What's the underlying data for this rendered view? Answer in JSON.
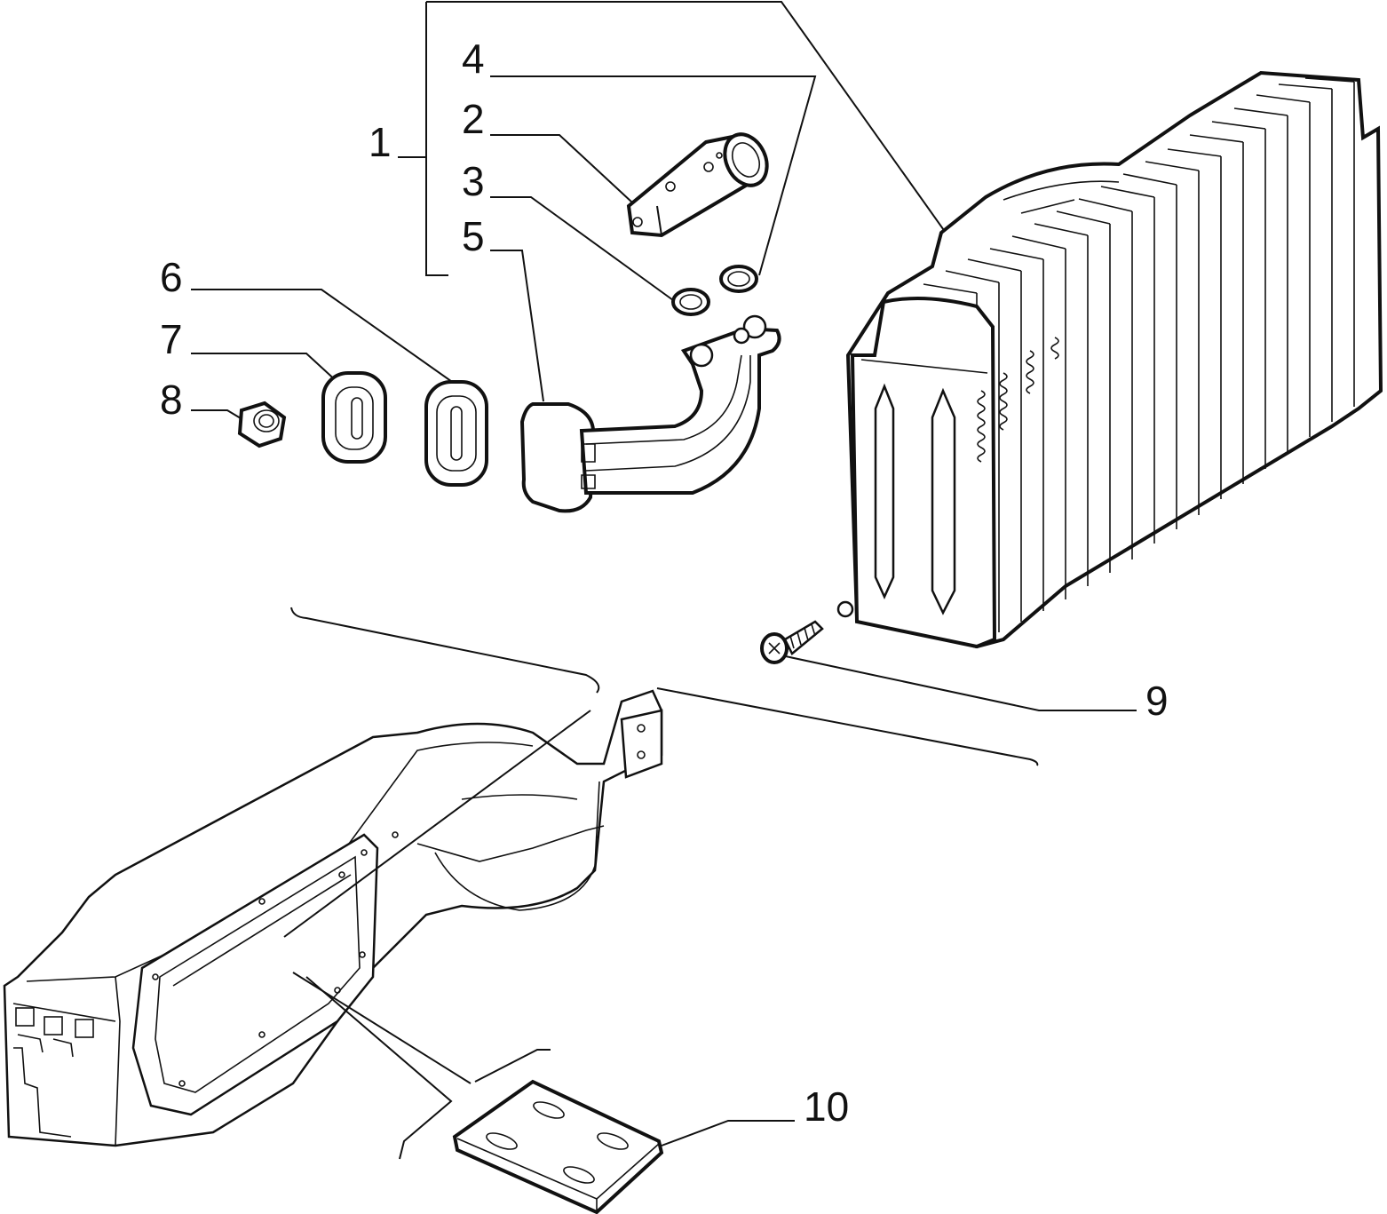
{
  "diagram": {
    "callouts": [
      {
        "id": "1",
        "text": "1"
      },
      {
        "id": "2",
        "text": "2"
      },
      {
        "id": "3",
        "text": "3"
      },
      {
        "id": "4",
        "text": "4"
      },
      {
        "id": "5",
        "text": "5"
      },
      {
        "id": "6",
        "text": "6"
      },
      {
        "id": "7",
        "text": "7"
      },
      {
        "id": "8",
        "text": "8"
      },
      {
        "id": "9",
        "text": "9"
      },
      {
        "id": "10",
        "text": "10"
      }
    ],
    "colors": {
      "line": "#111111",
      "background": "#ffffff"
    }
  }
}
